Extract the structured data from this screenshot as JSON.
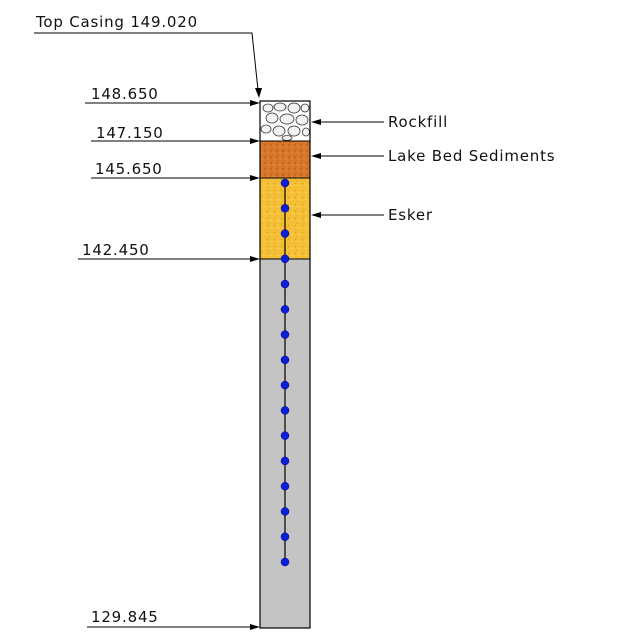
{
  "top_casing": {
    "label": "Top Casing 149.020"
  },
  "elevations": {
    "rockfill_top": "148.650",
    "lake_bed_top": "147.150",
    "esker_top": "145.650",
    "bedrock_top": "142.450",
    "bottom": "129.845"
  },
  "layers": {
    "rockfill": {
      "label": "Rockfill",
      "color": "#ffffff"
    },
    "lake_bed_sediments": {
      "label": "Lake Bed Sediments",
      "color": "#d9782a"
    },
    "esker": {
      "label": "Esker",
      "color": "#f5c038"
    },
    "bedrock": {
      "color": "#c4c4c4"
    }
  },
  "instrument": {
    "sensor_color": "#0a1fd6",
    "sensor_count": 16
  }
}
